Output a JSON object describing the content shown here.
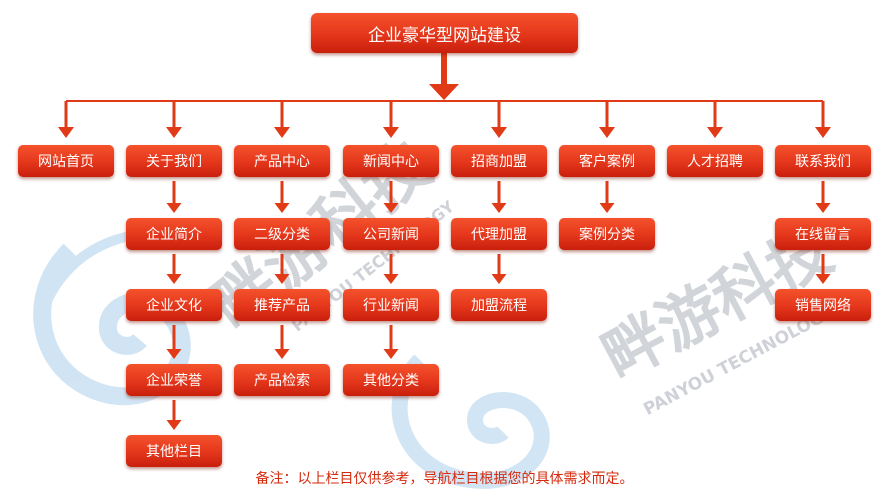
{
  "root": {
    "label": "企业豪华型网站建设"
  },
  "columns": [
    {
      "label": "网站首页",
      "children": []
    },
    {
      "label": "关于我们",
      "children": [
        "企业简介",
        "企业文化",
        "企业荣誉",
        "其他栏目"
      ]
    },
    {
      "label": "产品中心",
      "children": [
        "二级分类",
        "推荐产品",
        "产品检索"
      ]
    },
    {
      "label": "新闻中心",
      "children": [
        "公司新闻",
        "行业新闻",
        "其他分类"
      ]
    },
    {
      "label": "招商加盟",
      "children": [
        "代理加盟",
        "加盟流程"
      ]
    },
    {
      "label": "客户案例",
      "children": [
        "案例分类"
      ]
    },
    {
      "label": "人才招聘",
      "children": []
    },
    {
      "label": "联系我们",
      "children": [
        "在线留言",
        "销售网络"
      ]
    }
  ],
  "note": "备注：以上栏目仅供参考，导航栏目根据您的具体需求而定。",
  "watermark": {
    "brand_cn": "畔游科技",
    "brand_en": "PANYOU TECHNOLOGY"
  },
  "colors": {
    "box": "#e4361b",
    "arrow": "#e03a17",
    "note": "#d42a0e",
    "watermark": "#c9cdd3",
    "swirl": "#b9d7ee"
  }
}
